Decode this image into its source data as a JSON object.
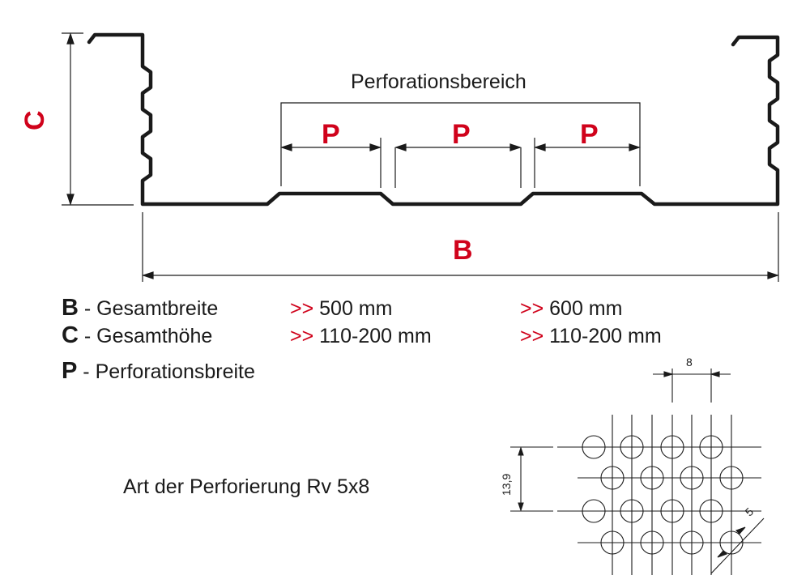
{
  "diagram": {
    "area_label": "Perforationsbereich",
    "p_marks": [
      "P",
      "P",
      "P"
    ],
    "b_mark": "B",
    "c_mark": "C"
  },
  "specs": [
    {
      "key": "B",
      "desc": "- Gesamtbreite",
      "arrow1": ">>",
      "value1": " 500 mm",
      "arrow2": ">>",
      "value2": " 600 mm"
    },
    {
      "key": "C",
      "desc": "- Gesamthöhe",
      "arrow1": ">>",
      "value1": " 110-200 mm",
      "arrow2": ">>",
      "value2": " 110-200 mm"
    },
    {
      "key": "P",
      "desc": "- Perforationsbreite"
    }
  ],
  "pattern": {
    "title": "Art der Perforierung Rv 5x8",
    "pitch_label": "8",
    "row_pitch_label": "13,9",
    "diameter_label": "5"
  },
  "colors": {
    "accent": "#d0021b",
    "line": "#1a1a1a"
  }
}
